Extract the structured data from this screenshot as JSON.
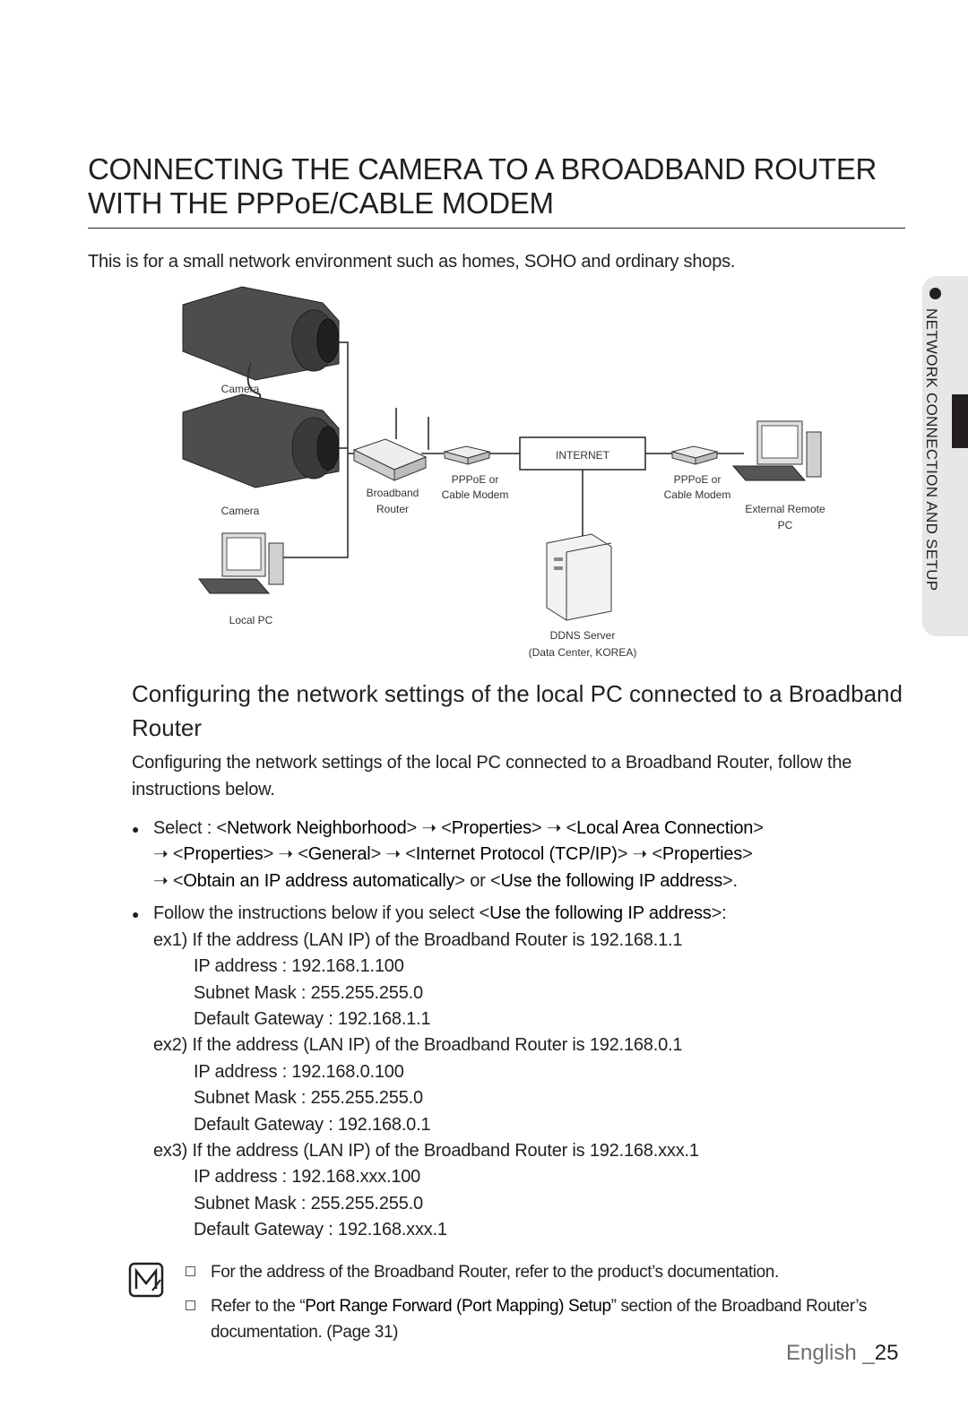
{
  "title": "CONNECTING THE CAMERA TO A BROADBAND ROUTER WITH THE PPPoE/CABLE MODEM",
  "intro": "This is for a small network environment such as homes, SOHO and ordinary shops.",
  "diagram": {
    "camera1": "Camera",
    "camera2": "Camera",
    "local_pc": "Local PC",
    "router_line1": "Broadband",
    "router_line2": "Router",
    "modem1_line1": "PPPoE or",
    "modem1_line2": "Cable Modem",
    "internet": "INTERNET",
    "modem2_line1": "PPPoE or",
    "modem2_line2": "Cable Modem",
    "remote_line1": "External Remote",
    "remote_line2": "PC",
    "ddns_line1": "DDNS Server",
    "ddns_line2": "(Data Center, KOREA)"
  },
  "section_title": "Configuring the network settings of the local PC connected to a Broadband Router",
  "section_intro": "Configuring the network settings of the local PC connected to a Broadband Router, follow the instructions below.",
  "bullet1": {
    "select": "Select : <",
    "n1": "Network Neighborhood",
    "p1": "> ➝ <",
    "n2": "Properties",
    "p2": "> ➝ <",
    "n3": "Local Area Connection",
    "p3": ">",
    "l2a": "➝ <",
    "n4": "Properties",
    "p4": "> ➝ <",
    "n5": "General",
    "p5": "> ➝ <",
    "n6": "Internet Protocol (TCP/IP)",
    "p6": "> ➝ <",
    "n7": "Properties",
    "p7": ">",
    "l3a": "➝ <",
    "n8": "Obtain an IP address automatically",
    "p8": "> or <",
    "n9": "Use the following IP address",
    "p9": ">."
  },
  "bullet2": {
    "pre": "Follow the instructions below if you select <",
    "name": "Use the following IP address",
    "post": ">:"
  },
  "examples": [
    {
      "head": "ex1) If the address (LAN IP) of the Broadband Router is 192.168.1.1",
      "ip": "IP address : 192.168.1.100",
      "mask": "Subnet Mask : 255.255.255.0",
      "gw": "Default Gateway : 192.168.1.1"
    },
    {
      "head": "ex2) If the address (LAN IP) of the Broadband Router is 192.168.0.1",
      "ip": "IP address : 192.168.0.100",
      "mask": "Subnet Mask : 255.255.255.0",
      "gw": "Default Gateway : 192.168.0.1"
    },
    {
      "head": "ex3) If the address (LAN IP) of the Broadband Router is 192.168.xxx.1",
      "ip": "IP address : 192.168.xxx.100",
      "mask": "Subnet Mask : 255.255.255.0",
      "gw": "Default Gateway : 192.168.xxx.1"
    }
  ],
  "notes": {
    "note1": "For the address of the Broadband Router, refer to the product’s documentation.",
    "note2_pre": "Refer to the “",
    "note2_bold": "Port Range Forward (Port Mapping) Setup",
    "note2_post": "” section of the Broadband Router’s",
    "note2_line2": "documentation. (Page 31)"
  },
  "footer": {
    "lang": "English _",
    "page": "25"
  },
  "side_tab": "NETWORK CONNECTION AND SETUP"
}
